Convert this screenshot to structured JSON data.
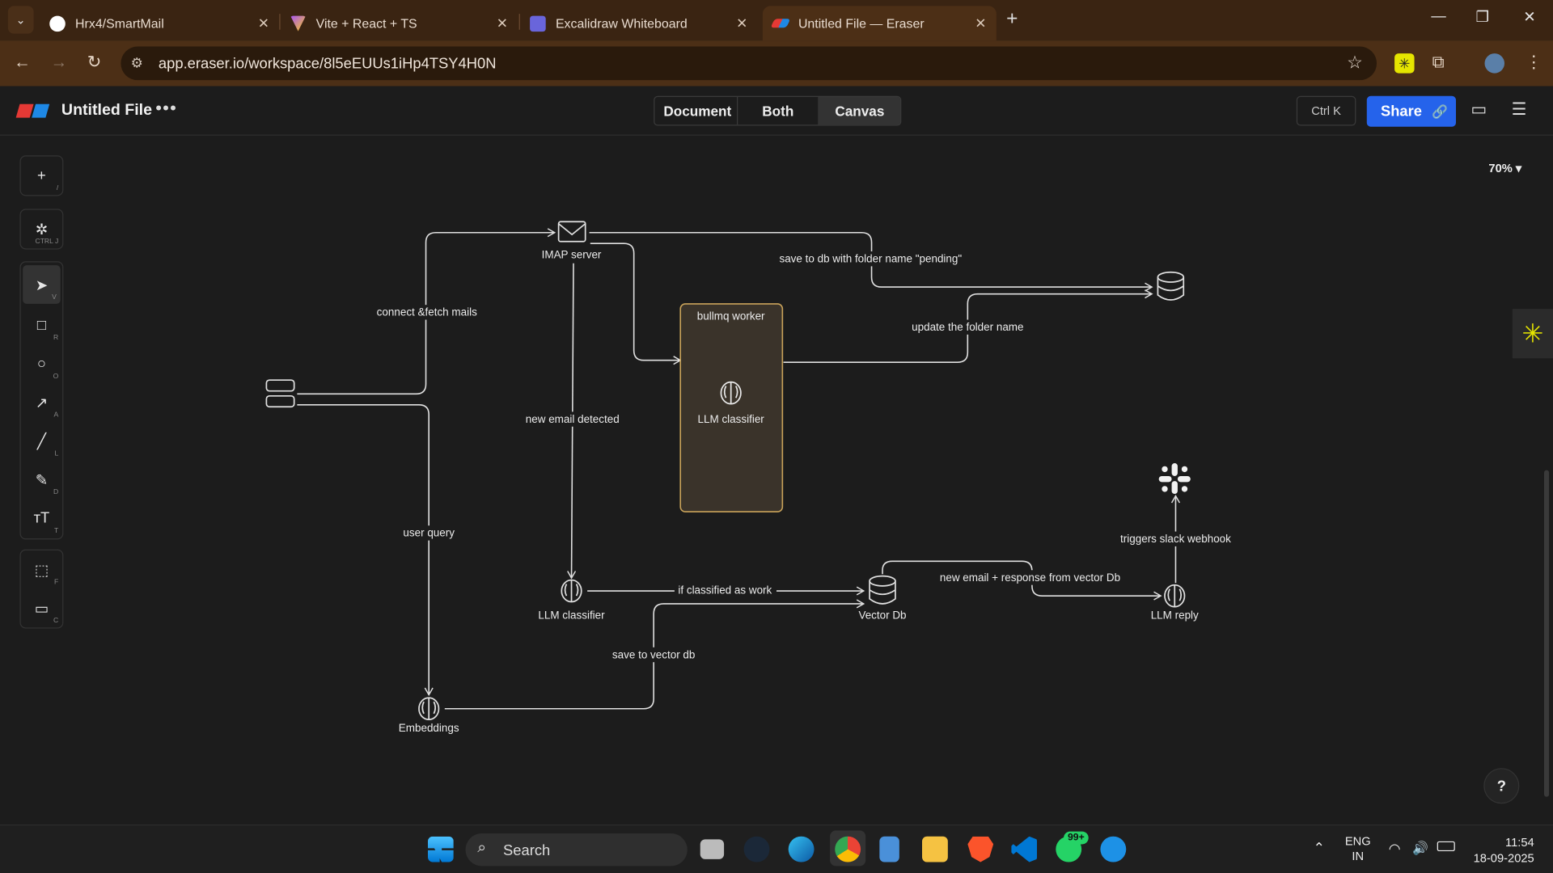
{
  "browser": {
    "tabs": [
      {
        "label": "Hrx4/SmartMail",
        "icon": "github-icon",
        "active": false
      },
      {
        "label": "Vite + React + TS",
        "icon": "vite-icon",
        "active": false
      },
      {
        "label": "Excalidraw Whiteboard",
        "icon": "excalidraw-icon",
        "active": false
      },
      {
        "label": "Untitled File — Eraser",
        "icon": "eraser-icon",
        "active": true
      }
    ],
    "url": "app.eraser.io/workspace/8l5eEUUs1iHp4TSY4H0N"
  },
  "app": {
    "file_name": "Untitled File",
    "view_modes": [
      "Document",
      "Both",
      "Canvas"
    ],
    "selected_view": "Canvas",
    "shortcut": "Ctrl K",
    "share_label": "Share",
    "zoom": "70%",
    "help": "?"
  },
  "toolbar": {
    "tools": [
      {
        "name": "add",
        "glyph": "+",
        "key": "/"
      },
      {
        "name": "ai",
        "glyph": "✲",
        "key": "CTRL J"
      },
      {
        "name": "select",
        "glyph": "➤",
        "key": "V"
      },
      {
        "name": "rectangle",
        "glyph": "□",
        "key": "R"
      },
      {
        "name": "ellipse",
        "glyph": "○",
        "key": "O"
      },
      {
        "name": "arrow",
        "glyph": "↗",
        "key": "A"
      },
      {
        "name": "line",
        "glyph": "╱",
        "key": "L"
      },
      {
        "name": "pencil",
        "glyph": "✎",
        "key": "D"
      },
      {
        "name": "text",
        "glyph": "ᴛT",
        "key": "T"
      },
      {
        "name": "frame",
        "glyph": "⬚",
        "key": "F"
      },
      {
        "name": "comment",
        "glyph": "▭",
        "key": "C"
      }
    ]
  },
  "diagram": {
    "nodes": {
      "imap": "IMAP server",
      "worker_title": "bullmq worker",
      "worker_classifier": "LLM classifier",
      "classifier": "LLM classifier",
      "vector_db": "Vector Db",
      "llm_reply": "LLM reply",
      "embeddings": "Embeddings"
    },
    "edges": {
      "connect": "connect &fetch mails",
      "save_pending": "save to db with folder name \"pending\"",
      "update_folder": "update the folder name",
      "new_email": "new email detected",
      "user_query": "user query",
      "classified_work": "if classified as work",
      "response_vector": "new email + response from vector Db",
      "slack": "triggers slack webhook",
      "save_vector": "save to vector db"
    }
  },
  "taskbar": {
    "search_label": "Search",
    "badge": "99+",
    "language": "ENG",
    "region": "IN",
    "time": "11:54",
    "date": "18-09-2025"
  },
  "colors": {
    "chrome_frame": "#3a2412",
    "chrome_toolbar": "#4c2f16",
    "canvas_bg": "#1c1c1c",
    "share_blue": "#2563eb",
    "worker_box_fill": "#3a332a",
    "worker_box_border": "#c9a35a"
  }
}
